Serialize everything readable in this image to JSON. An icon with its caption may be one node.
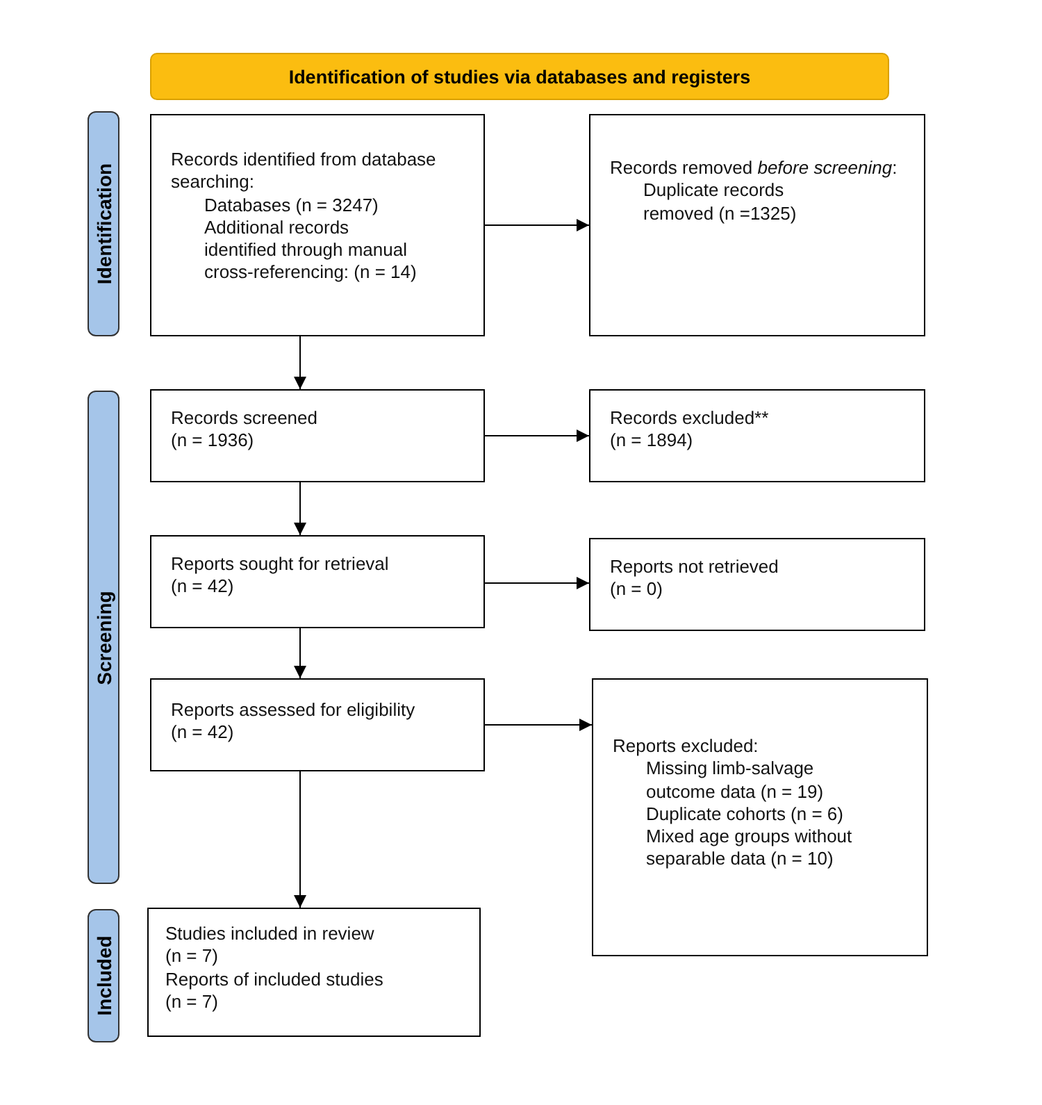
{
  "diagram": {
    "nodes": [
      {
        "text": [
          "Identification of studies via databases and registers"
        ]
      },
      {
        "text": [
          "Identification"
        ]
      },
      {
        "text": [
          "Records identified from database searching:",
          "Databases (n = 3247)",
          "Additional records identified through manual cross-referencing: (n = 14)"
        ]
      },
      {
        "text": [
          "Records removed *before screening*:",
          "Duplicate records removed (n =1325)"
        ]
      },
      {
        "text": [
          "Screening"
        ]
      },
      {
        "text": [
          "Records screened",
          "(n = 1936)"
        ]
      },
      {
        "text": [
          "Records excluded**",
          "(n = 1894)"
        ]
      },
      {
        "text": [
          "Reports sought for retrieval",
          "(n = 42)"
        ]
      },
      {
        "text": [
          "Reports not retrieved",
          "(n = 0)"
        ]
      },
      {
        "text": [
          "Reports assessed for eligibility",
          "(n = 42)"
        ]
      },
      {
        "text": [
          "Reports excluded:",
          "Missing limb-salvage outcome data (n = 19)",
          "Duplicate cohorts (n = 6)",
          "Mixed age groups without separable data (n = 10)"
        ]
      },
      {
        "text": [
          "Included"
        ]
      },
      {
        "text": [
          "Studies included in review",
          "(n = 7)",
          "Reports of included studies",
          "(n = 7)"
        ]
      }
    ],
    "edges": [
      {
        "from": 2,
        "to": 3,
        "arrow": "to"
      },
      {
        "from": 2,
        "to": 5,
        "arrow": "to"
      },
      {
        "from": 5,
        "to": 6,
        "arrow": "to"
      },
      {
        "from": 5,
        "to": 7,
        "arrow": "to"
      },
      {
        "from": 7,
        "to": 8,
        "arrow": "to"
      },
      {
        "from": 7,
        "to": 9,
        "arrow": "to"
      },
      {
        "from": 9,
        "to": 10,
        "arrow": "to"
      },
      {
        "from": 9,
        "to": 12,
        "arrow": "to"
      }
    ]
  }
}
